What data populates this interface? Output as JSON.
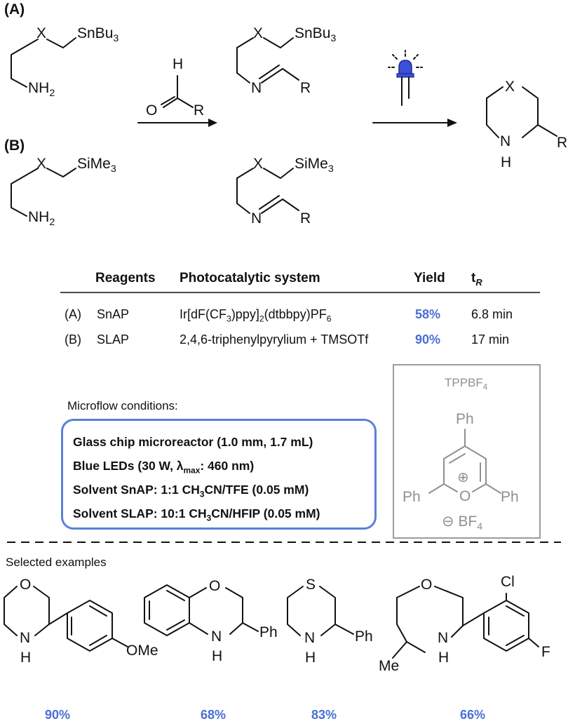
{
  "panel_a": {
    "label": "(A)",
    "stannane": "SnBu",
    "stannane_sub": "3",
    "x": "X",
    "amine": "NH",
    "amine_sub": "2"
  },
  "panel_b": {
    "label": "(B)",
    "silane": "SiMe",
    "silane_sub": "3",
    "x": "X",
    "amine": "NH",
    "amine_sub": "2"
  },
  "aldehyde": {
    "h": "H",
    "o": "O",
    "r": "R"
  },
  "imine_a": {
    "x": "X",
    "stannane": "SnBu",
    "stannane_sub": "3",
    "n": "N",
    "r": "R"
  },
  "imine_b": {
    "x": "X",
    "silane": "SiMe",
    "silane_sub": "3",
    "n": "N",
    "r": "R"
  },
  "product": {
    "x": "X",
    "n": "N",
    "h": "H",
    "r": "R"
  },
  "table": {
    "headers": {
      "reagents": "Reagents",
      "system": "Photocatalytic system",
      "yield": "Yield",
      "tr_main": "t",
      "tr_sub": "R"
    },
    "rows": [
      {
        "label": "(A)",
        "reagent": "SnAP",
        "system_pre": "Ir[dF(CF",
        "system_s1": "3",
        "system_mid": ")ppy]",
        "system_s2": "2",
        "system_mid2": "(dtbbpy)PF",
        "system_s3": "6",
        "yield": "58%",
        "tr": "6.8 min"
      },
      {
        "label": "(B)",
        "reagent": "SLAP",
        "system": "2,4,6-triphenylpyrylium + TMSOTf",
        "yield": "90%",
        "tr": "17 min"
      }
    ]
  },
  "microflow": {
    "heading": "Microflow conditions:",
    "line1": "Glass chip microreactor (1.0 mm, 1.7 mL)",
    "line2_pre": "Blue LEDs (30 W, λ",
    "line2_sub": "max",
    "line2_post": ": 460 nm)",
    "line3_pre": "Solvent SnAP: 1:1 CH",
    "line3_sub": "3",
    "line3_post": "CN/TFE (0.05 mM)",
    "line4_pre": "Solvent SLAP: 10:1 CH",
    "line4_sub": "3",
    "line4_post": "CN/HFIP (0.05 mM)"
  },
  "tppbf4": {
    "title": "TPPBF",
    "title_sub": "4",
    "ph_top": "Ph",
    "ph_left": "Ph",
    "ph_right": "Ph",
    "o": "O",
    "plus": "⊕",
    "minus": "⊖",
    "bf": "BF",
    "bf_sub": "4"
  },
  "examples": {
    "heading": "Selected examples",
    "items": [
      {
        "yield": "90%",
        "o": "O",
        "n": "N",
        "h": "H",
        "sub": "OMe"
      },
      {
        "yield": "68%",
        "o": "O",
        "n": "N",
        "h": "H",
        "sub": "Ph"
      },
      {
        "yield": "83%",
        "s": "S",
        "n": "N",
        "h": "H",
        "sub": "Ph"
      },
      {
        "yield": "66%",
        "o": "O",
        "n": "N",
        "h": "H",
        "me": "Me",
        "cl": "Cl",
        "f": "F"
      }
    ]
  },
  "colors": {
    "accent": "#4a6fd6",
    "box_border": "#5b80d8",
    "gray": "#8e918d",
    "led": "#3b4fd8"
  }
}
